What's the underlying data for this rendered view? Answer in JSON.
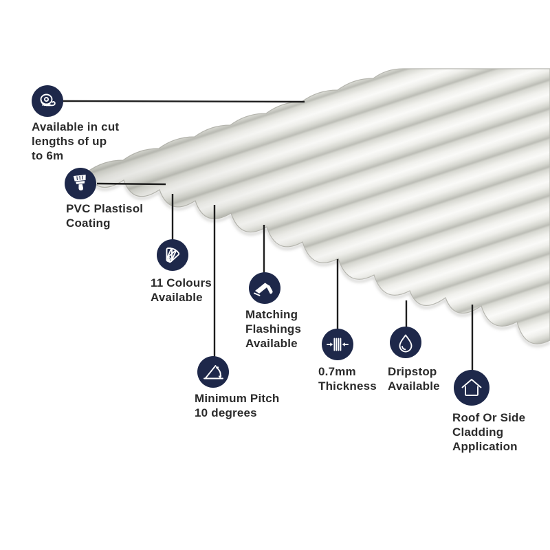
{
  "image_type": "product infographic",
  "product_visual": "white corrugated roofing sheet",
  "callouts": [
    {
      "id": "cut-lengths",
      "icon": "tape-measure-icon",
      "label": "Available in cut\nlengths of up\nto 6m"
    },
    {
      "id": "coating",
      "icon": "paint-brush-icon",
      "label": "PVC Plastisol\nCoating"
    },
    {
      "id": "colours",
      "icon": "colour-fan-icon",
      "label": "11 Colours\nAvailable"
    },
    {
      "id": "flashings",
      "icon": "flashing-icon",
      "label": "Matching\nFlashings\nAvailable"
    },
    {
      "id": "pitch",
      "icon": "pitch-angle-icon",
      "label": "Minimum Pitch\n10 degrees"
    },
    {
      "id": "thickness",
      "icon": "thickness-arrows-icon",
      "label": "0.7mm\nThickness"
    },
    {
      "id": "dripstop",
      "icon": "water-drop-icon",
      "label": "Dripstop\nAvailable"
    },
    {
      "id": "cladding",
      "icon": "house-icon",
      "label": "Roof Or Side\nCladding\nApplication"
    }
  ],
  "colors": {
    "badge": "#1e284a",
    "text": "#2b2b2b",
    "line": "#1d1d1d",
    "sheet_highlight": "#fafaf8",
    "sheet_shadow": "#bcbdb6"
  }
}
